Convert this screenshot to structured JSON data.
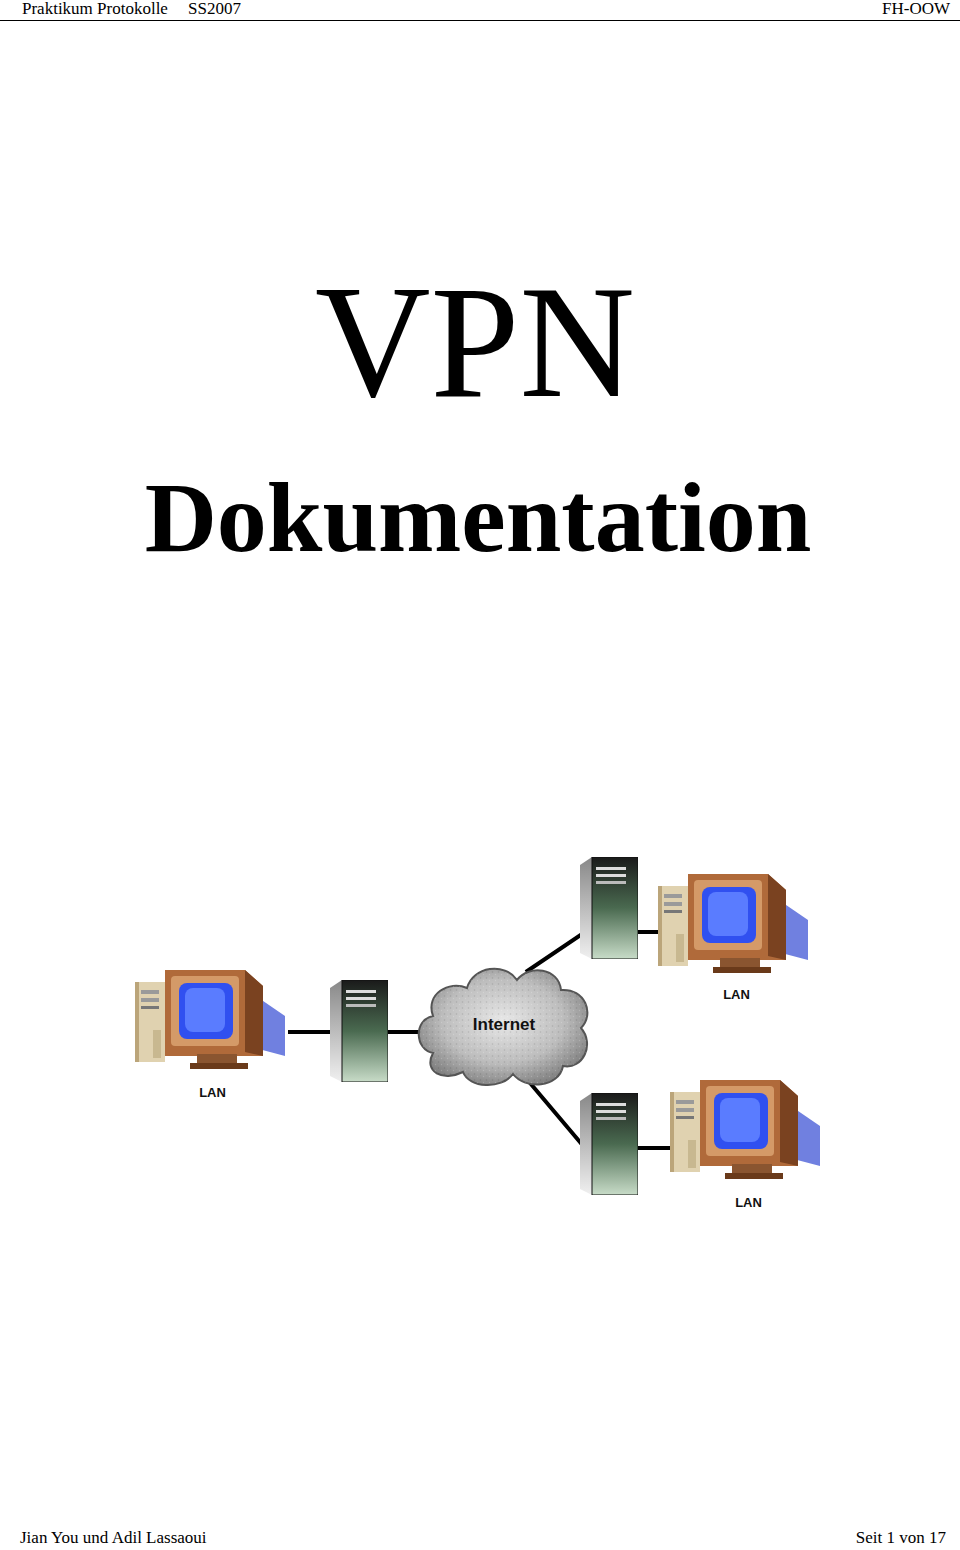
{
  "diagram": {
    "title": "VPN",
    "nodes": [
      {
        "text": [
          "LAN"
        ]
      },
      {
        "text": [
          "Internet"
        ]
      },
      {
        "text": [
          "LAN"
        ]
      },
      {
        "text": [
          "LAN"
        ]
      }
    ],
    "edges": [
      {
        "from": 0,
        "to": 1,
        "arrow": "none"
      },
      {
        "from": 1,
        "to": 2,
        "arrow": "none"
      },
      {
        "from": 1,
        "to": 3,
        "arrow": "none"
      }
    ],
    "labels": [
      "Praktikum Protokolle",
      "SS2007",
      "FH-OOW",
      "Dokumentation",
      "Jian You und Adil Lassaoui",
      "Seit 1 von 17"
    ]
  }
}
